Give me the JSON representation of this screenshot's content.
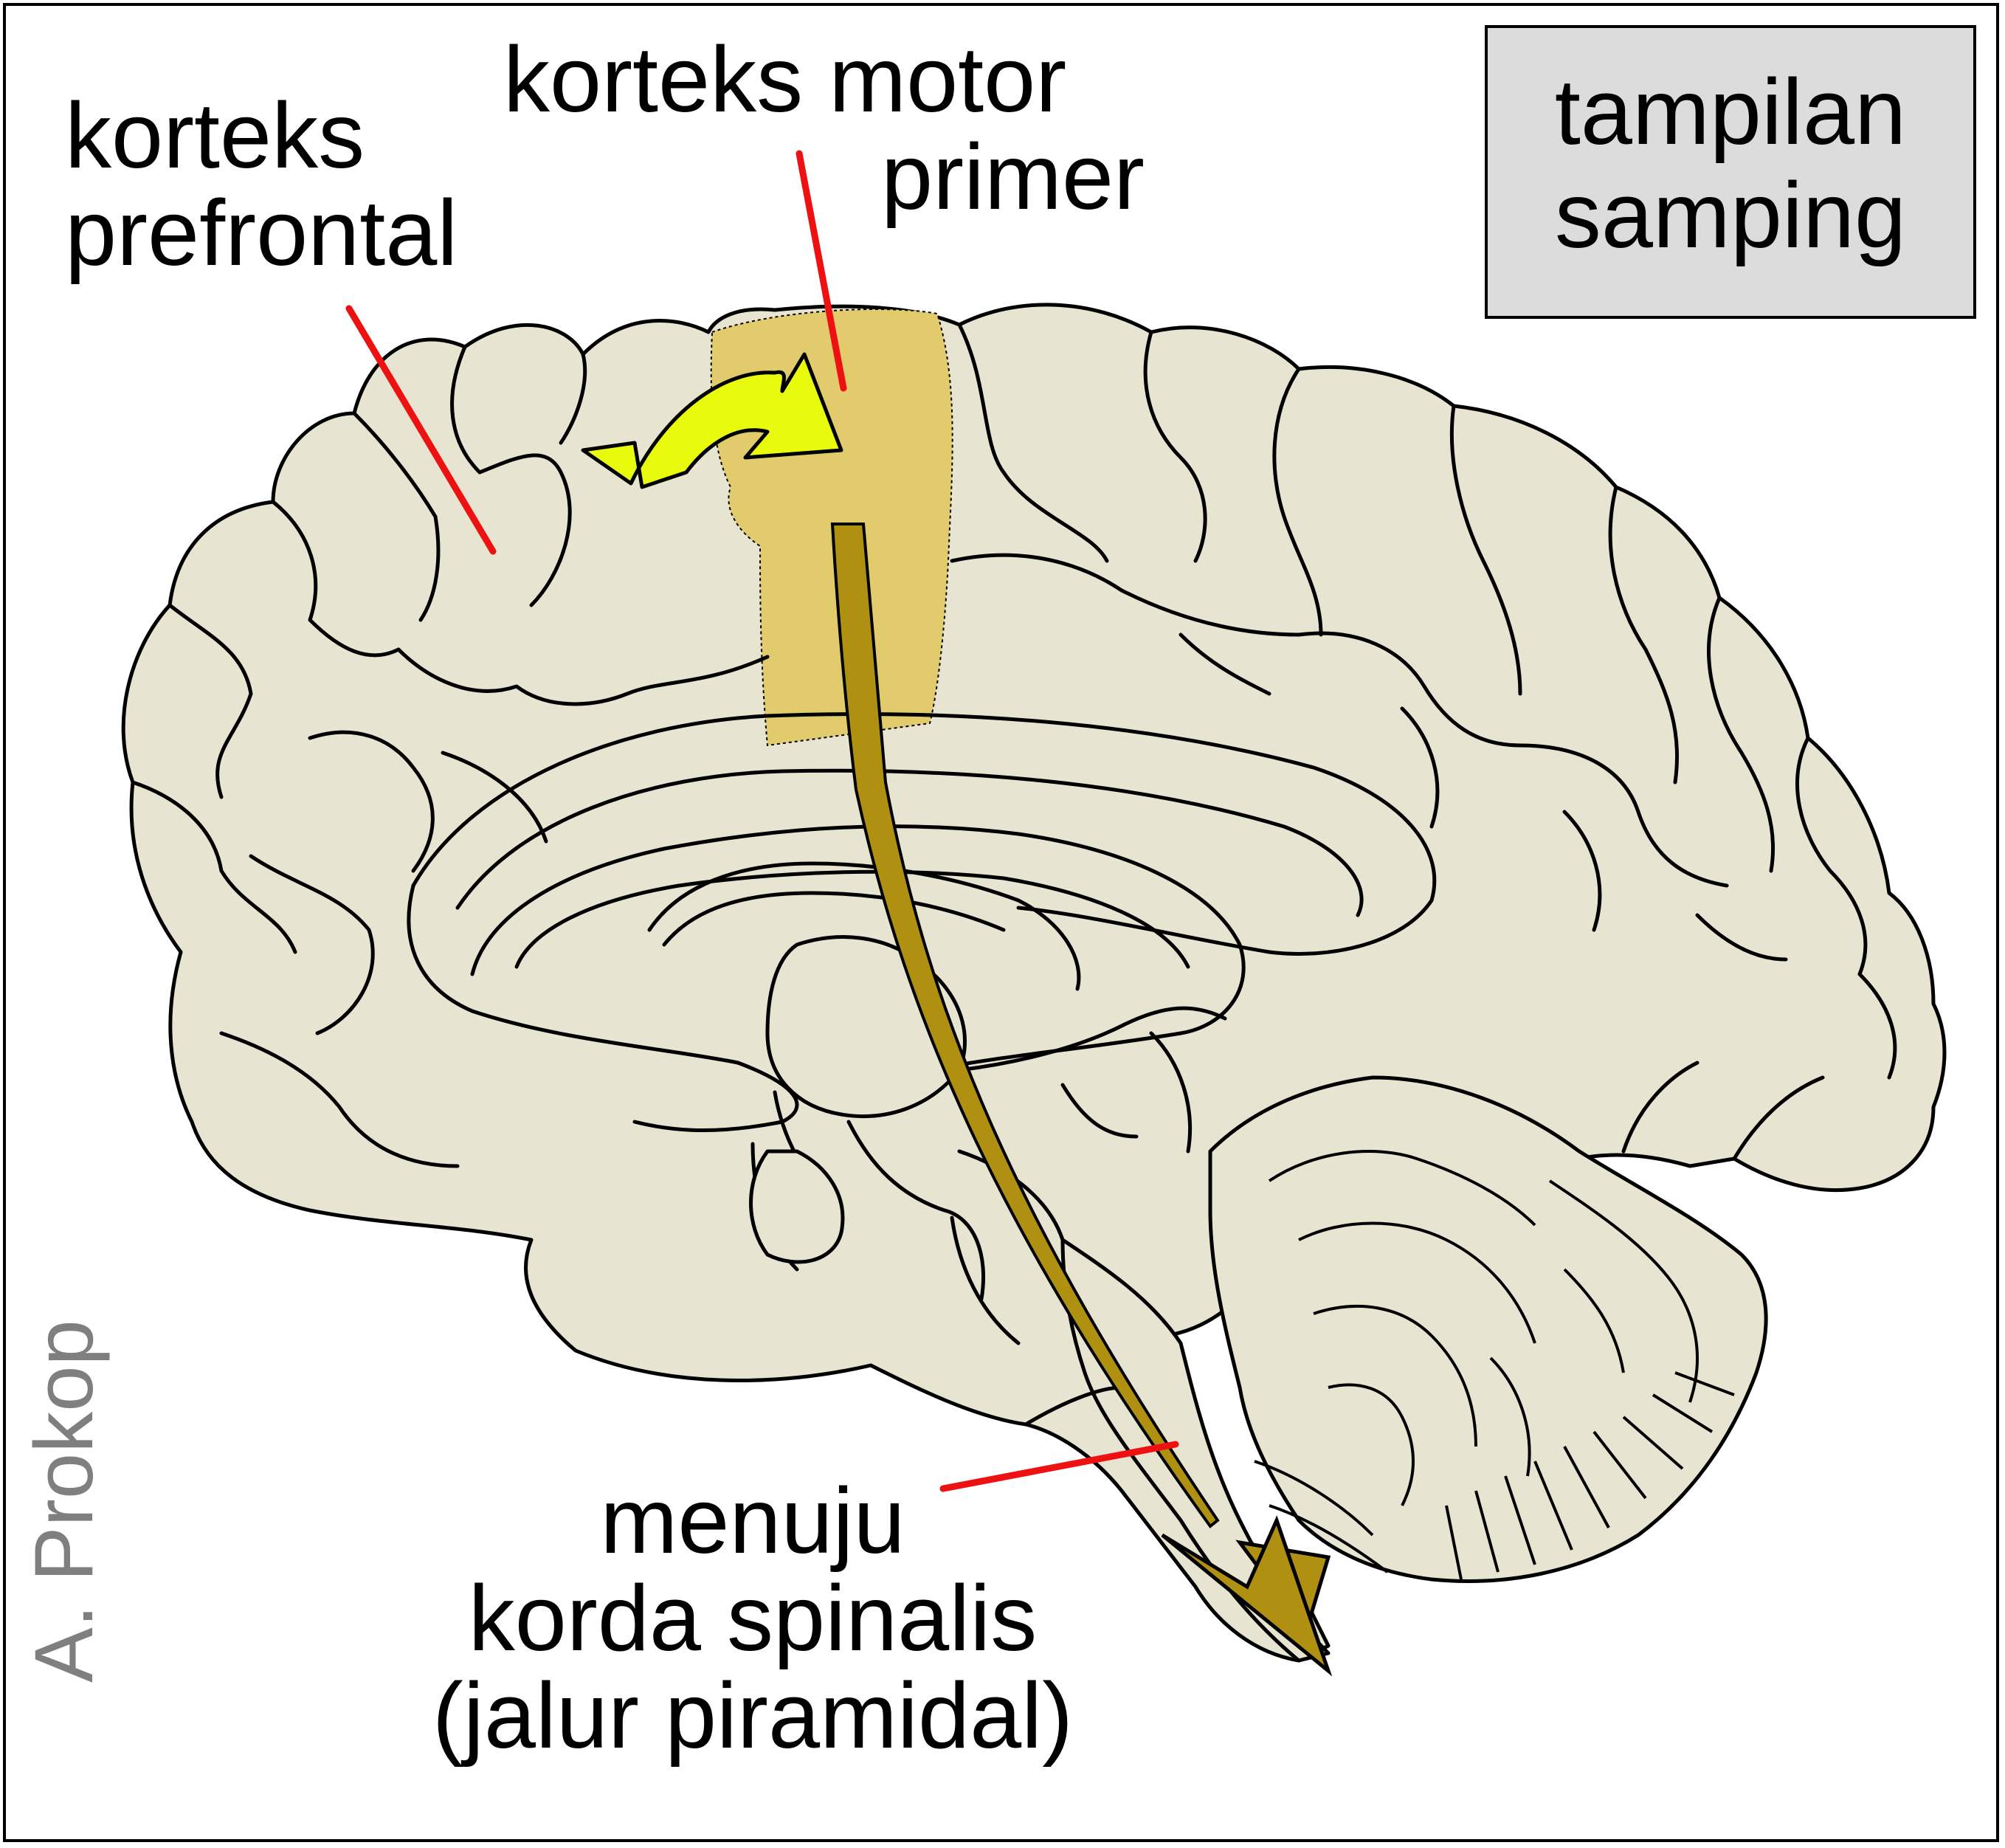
{
  "labels": {
    "prefrontal": [
      "korteks",
      "prefrontal"
    ],
    "motor": [
      "korteks motor",
      "primer"
    ],
    "spinal": [
      "menuju",
      "korda spinalis",
      "(jalur piramidal)"
    ],
    "view": [
      "tampilan",
      "samping"
    ],
    "credit": "A. Prokop"
  },
  "colors": {
    "brain_fill": "#e8e4d2",
    "motor_cortex_highlight": "#e2cb6c",
    "pathway_arrow": "#b09010",
    "curved_arrow": "#e8fb0c",
    "pointer_lines": "#ee1111",
    "view_box_fill": "#dcdcdc",
    "credit_text": "#7f7f7f"
  }
}
